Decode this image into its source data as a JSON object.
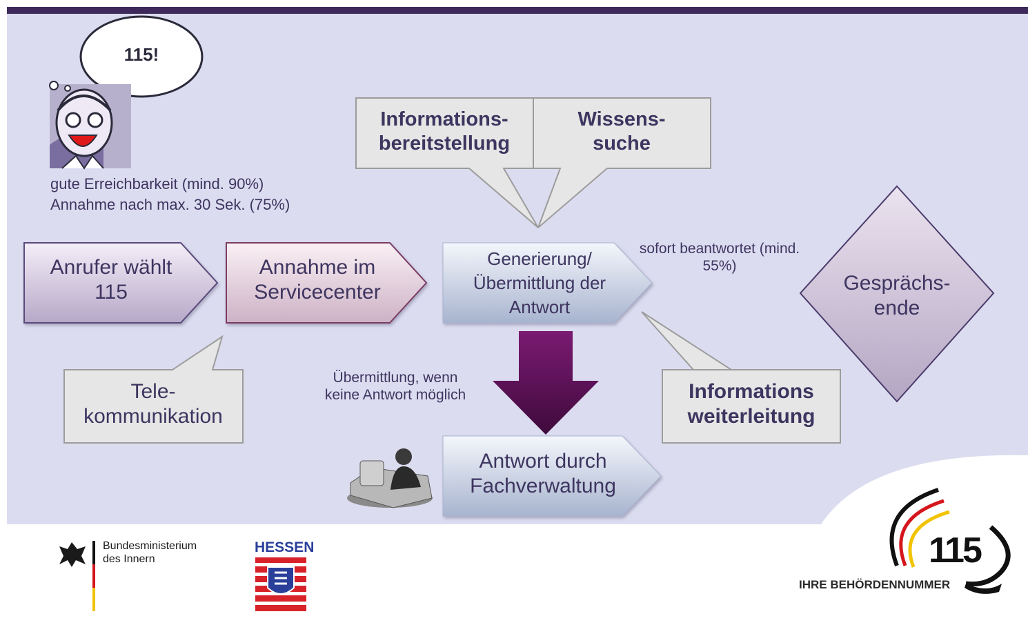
{
  "colors": {
    "slide_background": "#dcdcf0",
    "top_bar": "#3d2a5a",
    "text": "#3e3560",
    "down_arrow": "#5a0a55"
  },
  "speech_bubble": "115!",
  "caller_icon": "person-with-glasses-icon",
  "reachability": {
    "line1": "gute Erreichbarkeit (mind. 90%)",
    "line2": "Annahme nach max. 30 Sek. (75%)"
  },
  "process": {
    "step1": "Anrufer wählt\n115",
    "step2": "Annahme im\nServicecenter",
    "step3": "Generierung/\nÜbermittlung der\nAntwort",
    "step4": "Antwort durch\nFachverwaltung",
    "end": "Gesprächs-\nende"
  },
  "callouts": {
    "info_provision": "Informations-\nbereitstellung",
    "knowledge_search": "Wissens-\nsuche",
    "telecom": "Tele-\nkommunikation",
    "forwarding": "Informations\nweiterleitung"
  },
  "annotations": {
    "answered": "sofort beantwortet (mind.\n55%)",
    "transfer": "Übermittlung, wenn\nkeine Antwort möglich"
  },
  "clerk_icon": "person-at-computer-icon",
  "logos": {
    "bmi": "Bundesministerium\ndes Innern",
    "bmi_icon": "federal-eagle-icon",
    "hessen": "HESSEN",
    "hessen_icon": "hessen-coat-of-arms-icon",
    "number115": "115",
    "tagline": "IHRE BEHÖRDENNUMMER"
  }
}
